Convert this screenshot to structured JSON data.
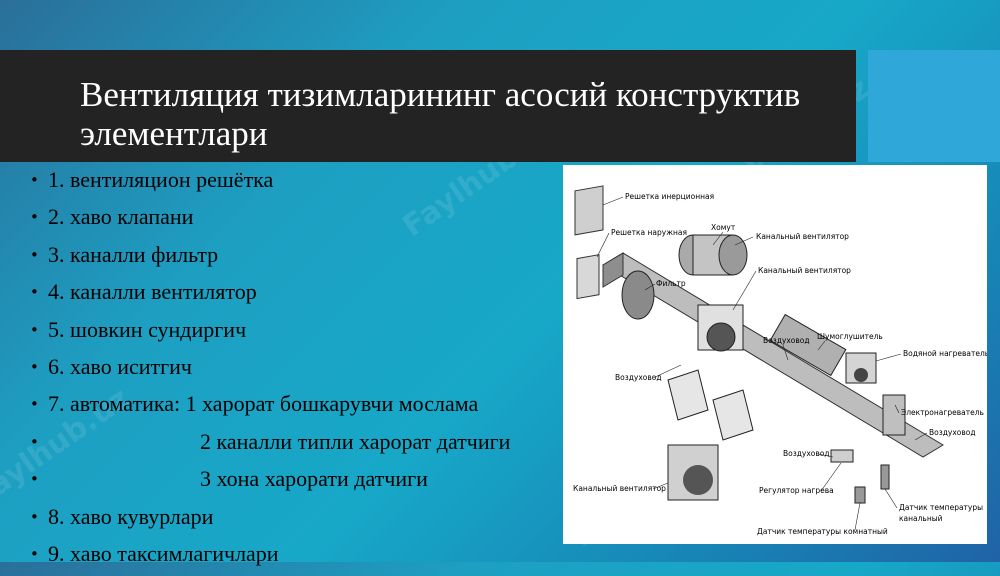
{
  "slide": {
    "title": "Вентиляция тизимларининг асосий конструктив элементлари",
    "watermark": "Faylhub.uz",
    "bullet_symbol": "•",
    "bullets": [
      {
        "text": "1. вентиляцион решётка",
        "indent": false
      },
      {
        "text": "2. хаво клапани",
        "indent": false
      },
      {
        "text": "3. каналли фильтр",
        "indent": false
      },
      {
        "text": "4. каналли вентилятор",
        "indent": false
      },
      {
        "text": "5. шовкин сундиргич",
        "indent": false
      },
      {
        "text": "6. хаво иситгич",
        "indent": false
      },
      {
        "text": "7. автоматика: 1 харорат бошкарувчи мослама",
        "indent": false
      },
      {
        "text": "2 каналли типли харорат датчиги",
        "indent": true
      },
      {
        "text": "3 хона харорати датчиги",
        "indent": true
      },
      {
        "text": "8. хаво кувурлари",
        "indent": false
      },
      {
        "text": "9. хаво таксимлагичлари",
        "indent": false
      }
    ],
    "colors": {
      "title_bar": "#232323",
      "accent_square": "#2fa7d8",
      "title_text": "#ffffff"
    }
  },
  "diagram": {
    "labels": {
      "grille_inertial": "Решетка инерционная",
      "grille_outer": "Решетка наружная",
      "clamp": "Хомут",
      "duct_fan_top": "Канальный вентилятор",
      "duct_fan_mid": "Канальный вентилятор",
      "filter": "Фильтр",
      "air_duct_mid": "Воздуховод",
      "silencer": "Шумоглушитель",
      "water_heater": "Водяной нагреватель",
      "air_duct_left": "Воздуховод",
      "electric_heater": "Электронагреватель",
      "air_duct_right": "Воздуховод",
      "air_duct_low": "Воздуховод",
      "duct_fan_bottom": "Канальный вентилятор",
      "heat_regulator": "Регулятор нагрева",
      "sensor_duct_1": "Датчик температуры",
      "sensor_duct_2": "канальный",
      "sensor_room": "Датчик температуры комнатный"
    }
  }
}
